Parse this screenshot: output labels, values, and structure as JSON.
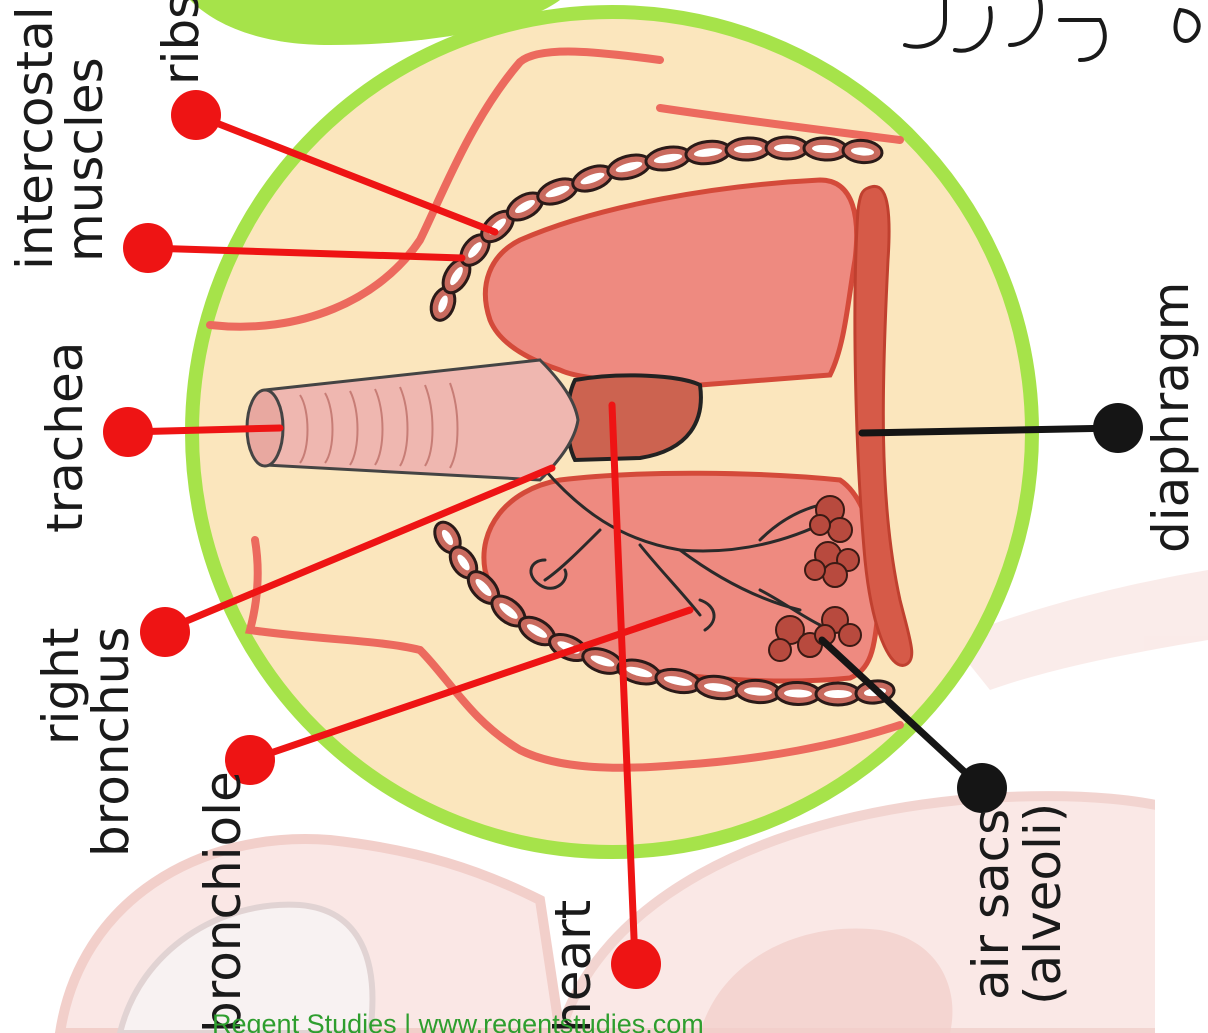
{
  "labels": {
    "ribs": "ribs",
    "intercostal_1": "intercostal",
    "intercostal_2": "muscles",
    "trachea": "trachea",
    "right_bronchus_1": "right",
    "right_bronchus_2": "bronchus",
    "bronchiole": "bronchiole",
    "heart": "heart",
    "air_sacs_1": "air sacs",
    "air_sacs_2": "(alveoli)",
    "diaphragm": "diaphragm"
  },
  "footer": "Regent Studies | www.regentstudies.com",
  "colors": {
    "circle_border": "#a6e34a",
    "background_fill": "#fbe6bd",
    "lung": "#ee8a80",
    "lung_outline": "#d44a3a",
    "heart": "#cc6350",
    "pointer_red": "#ee1414",
    "pointer_black": "#151515",
    "footer_text": "#2e9e2e"
  }
}
